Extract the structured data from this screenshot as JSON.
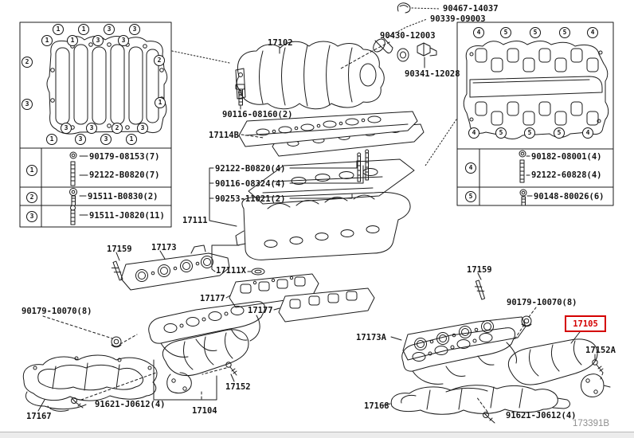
{
  "page": {
    "fiche_code": "173391B"
  },
  "colors": {
    "line": "#1b1b1b",
    "highlight": "#d40000"
  },
  "callouts": {
    "clip_top": "90467-14037",
    "plug_breather": "90339-09003",
    "gasket_ring": "90430-12003",
    "intake_manifold_upper": "17102",
    "screw_plug": "90341-12028",
    "bolt_manifold_upper": "90116-08160(2)",
    "gasket_manifold_upper": "17114B",
    "manifold_lower": "17111",
    "gasket_manifold_lower_x": "17111X",
    "gasket_port_left": "17177",
    "gasket_port_right": "17177",
    "stud_left": "17159",
    "gasket_exhaust_left": "17173",
    "nut_exhaust_left": "90179-10070(8)",
    "insulator_left": "17167",
    "screw_insulator_left": "91621-J0612(4)",
    "bolt_converter_left": "17152",
    "exhaust_manifold_left": "17104",
    "stud_right": "17159",
    "nut_exhaust_right": "90179-10070(8)",
    "exhaust_manifold_right": "17105",
    "bolt_converter_right": "17152A",
    "gasket_exhaust_right": "17173A",
    "insulator_right": "17168",
    "screw_insulator_right": "91621-J0612(4)"
  },
  "assembly_parts": [
    "92122-B0820(4)",
    "90116-08324(4)",
    "90253-11021(2)"
  ],
  "left_table": {
    "rows": [
      {
        "marker": "1",
        "parts": [
          "90179-08153(7)",
          "92122-B0820(7)"
        ]
      },
      {
        "marker": "2",
        "parts": [
          "91511-B0830(2)"
        ]
      },
      {
        "marker": "3",
        "parts": [
          "91511-J0820(11)"
        ]
      }
    ]
  },
  "right_table": {
    "rows": [
      {
        "marker": "4",
        "parts": [
          "90182-08001(4)",
          "92122-60828(4)"
        ]
      },
      {
        "marker": "5",
        "parts": [
          "90148-80026(6)"
        ]
      }
    ]
  },
  "left_diagram_markers": {
    "top_outer": [
      "1",
      "1",
      "3",
      "3"
    ],
    "top_inner": [
      "1",
      "1",
      "3",
      "3"
    ],
    "left_side": [
      "2",
      "3"
    ],
    "right_side": [
      "2",
      "1"
    ],
    "bottom_inner": [
      "3",
      "3",
      "2",
      "3"
    ],
    "bottom_outer": [
      "1",
      "3",
      "3",
      "1"
    ]
  },
  "right_diagram_markers": {
    "top": [
      "4",
      "5",
      "5",
      "5",
      "4"
    ],
    "bottom": [
      "4",
      "5",
      "5",
      "5",
      "4"
    ]
  }
}
